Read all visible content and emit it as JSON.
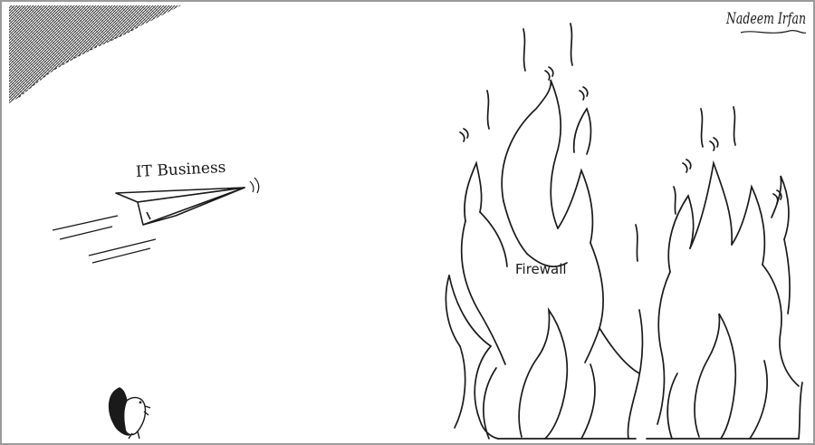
{
  "cartoon": {
    "plane_label": "IT Business",
    "fire_label": "Firewall",
    "signature": "Nadeem Irfan"
  }
}
